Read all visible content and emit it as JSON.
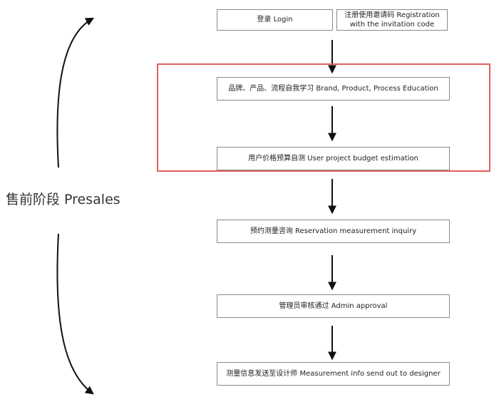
{
  "theme": {
    "highlight_color": "#e06060",
    "arrow_color": "#111111",
    "box_border_color": "#8a8a8a"
  },
  "side_label": "售前阶段 Presales",
  "steps": {
    "login": "登录 Login",
    "registration": "注册使用邀请码  Registration\nwith the invitation code",
    "education": "品牌、产品、流程自我学习 Brand, Product, Process Education",
    "budget": "用户价格预算自测 User project budget estimation",
    "reservation": "预约测量咨询 Reservation measurement inquiry",
    "approval": "管理员审核通过 Admin approval",
    "send_info": "测量信息发送至设计师 Measurement info send out to designer"
  }
}
